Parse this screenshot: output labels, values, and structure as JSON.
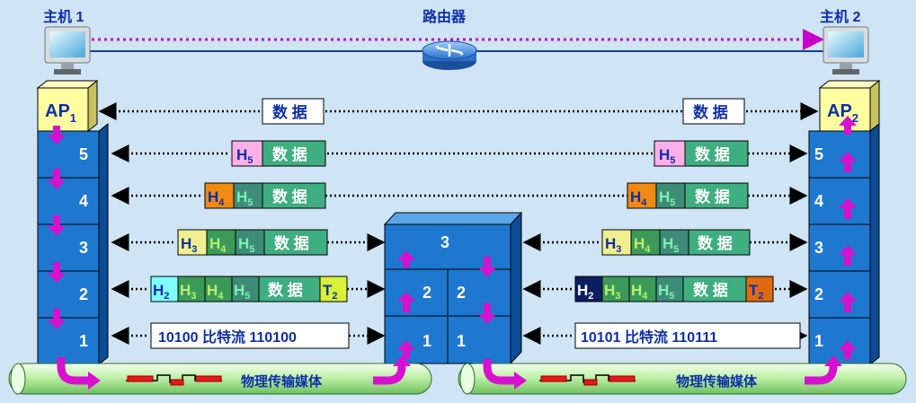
{
  "hosts": {
    "host1": "主机 1",
    "host2": "主机 2",
    "router": "路由器",
    "ap_prefix": "AP",
    "ap1_sub": "1",
    "ap2_sub": "2"
  },
  "layers": [
    "5",
    "4",
    "3",
    "2",
    "1"
  ],
  "router_stack": {
    "top": "3",
    "left": [
      "2",
      "1"
    ],
    "right": [
      "2",
      "1"
    ]
  },
  "pdu": {
    "data": "数 据",
    "H": "H",
    "T": "T",
    "sub5": "5",
    "sub4": "4",
    "sub3": "3",
    "sub2": "2"
  },
  "bitstream": {
    "left": "10100 比特流 110100",
    "right": "10101 比特流 110111"
  },
  "medium": "物理传输媒体",
  "colors": {
    "stack_blue": "#1e78d0",
    "stack_top": "#5aa6ea",
    "stack_side": "#0b4c96",
    "ap_fill": "#ffffa0",
    "data_green": "#3fae80",
    "h5_pink": "#ffb0e8",
    "h4_orange": "#f08a10",
    "h3_yellow": "#f0ef90",
    "h2_cyan": "#80ffff",
    "h2_navy": "#0a1e60",
    "t2_lime": "#d8f038",
    "t2_orange": "#e06a10",
    "h4_green": "#3c9a58",
    "h5_teal": "#3c8c78",
    "arrow_magenta": "#d810d0",
    "label_blue": "#0d2fa8"
  }
}
